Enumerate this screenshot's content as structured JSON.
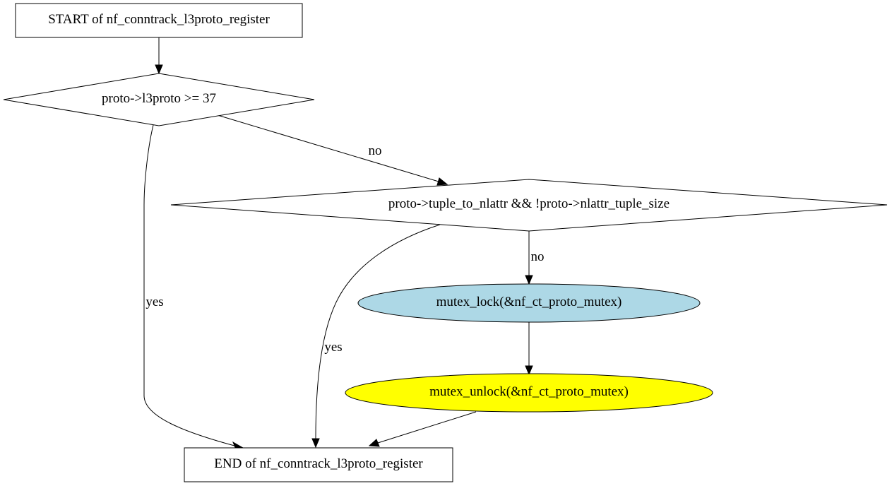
{
  "nodes": {
    "start": {
      "label": "START of nf_conntrack_l3proto_register",
      "shape": "box",
      "fill": "#ffffff"
    },
    "cond1": {
      "label": "proto->l3proto >= 37",
      "shape": "diamond",
      "fill": "#ffffff"
    },
    "cond2": {
      "label": "proto->tuple_to_nlattr && !proto->nlattr_tuple_size",
      "shape": "diamond",
      "fill": "#ffffff"
    },
    "lock": {
      "label": "mutex_lock(&nf_ct_proto_mutex)",
      "shape": "ellipse",
      "fill": "#add8e6"
    },
    "unlock": {
      "label": "mutex_unlock(&nf_ct_proto_mutex)",
      "shape": "ellipse",
      "fill": "#ffff00"
    },
    "end": {
      "label": "END of nf_conntrack_l3proto_register",
      "shape": "box",
      "fill": "#ffffff"
    }
  },
  "edges": {
    "start_to_cond1": {
      "from": "start",
      "to": "cond1",
      "label": ""
    },
    "cond1_to_cond2": {
      "from": "cond1",
      "to": "cond2",
      "label": "no"
    },
    "cond1_to_end": {
      "from": "cond1",
      "to": "end",
      "label": "yes"
    },
    "cond2_to_lock": {
      "from": "cond2",
      "to": "lock",
      "label": "no"
    },
    "cond2_to_end": {
      "from": "cond2",
      "to": "end",
      "label": "yes"
    },
    "lock_to_unlock": {
      "from": "lock",
      "to": "unlock",
      "label": ""
    },
    "unlock_to_end": {
      "from": "unlock",
      "to": "end",
      "label": ""
    }
  }
}
